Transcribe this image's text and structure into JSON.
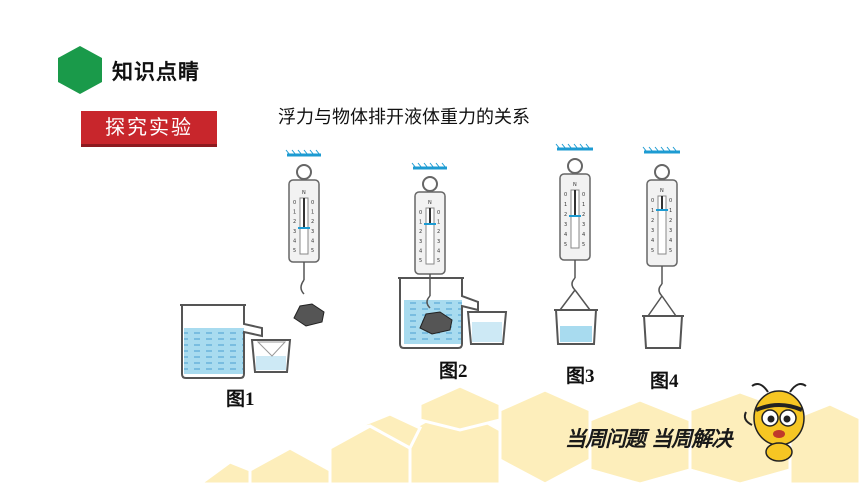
{
  "section": {
    "title": "知识点睛"
  },
  "badge": {
    "label": "探究实验"
  },
  "heading": "浮力与物体排开液体重力的关系",
  "figures": {
    "fig1": "图1",
    "fig2": "图2",
    "fig3": "图3",
    "fig4": "图4"
  },
  "scale": {
    "unit": "N",
    "marks": [
      "0",
      "1",
      "2",
      "3",
      "4",
      "5"
    ]
  },
  "slogan": "当周问题 当周解决",
  "colors": {
    "accent_green": "#1a9a4a",
    "badge_red": "#c8262c",
    "water_blue": "#9fd6ec",
    "honeycomb": "#fbe7a8"
  }
}
